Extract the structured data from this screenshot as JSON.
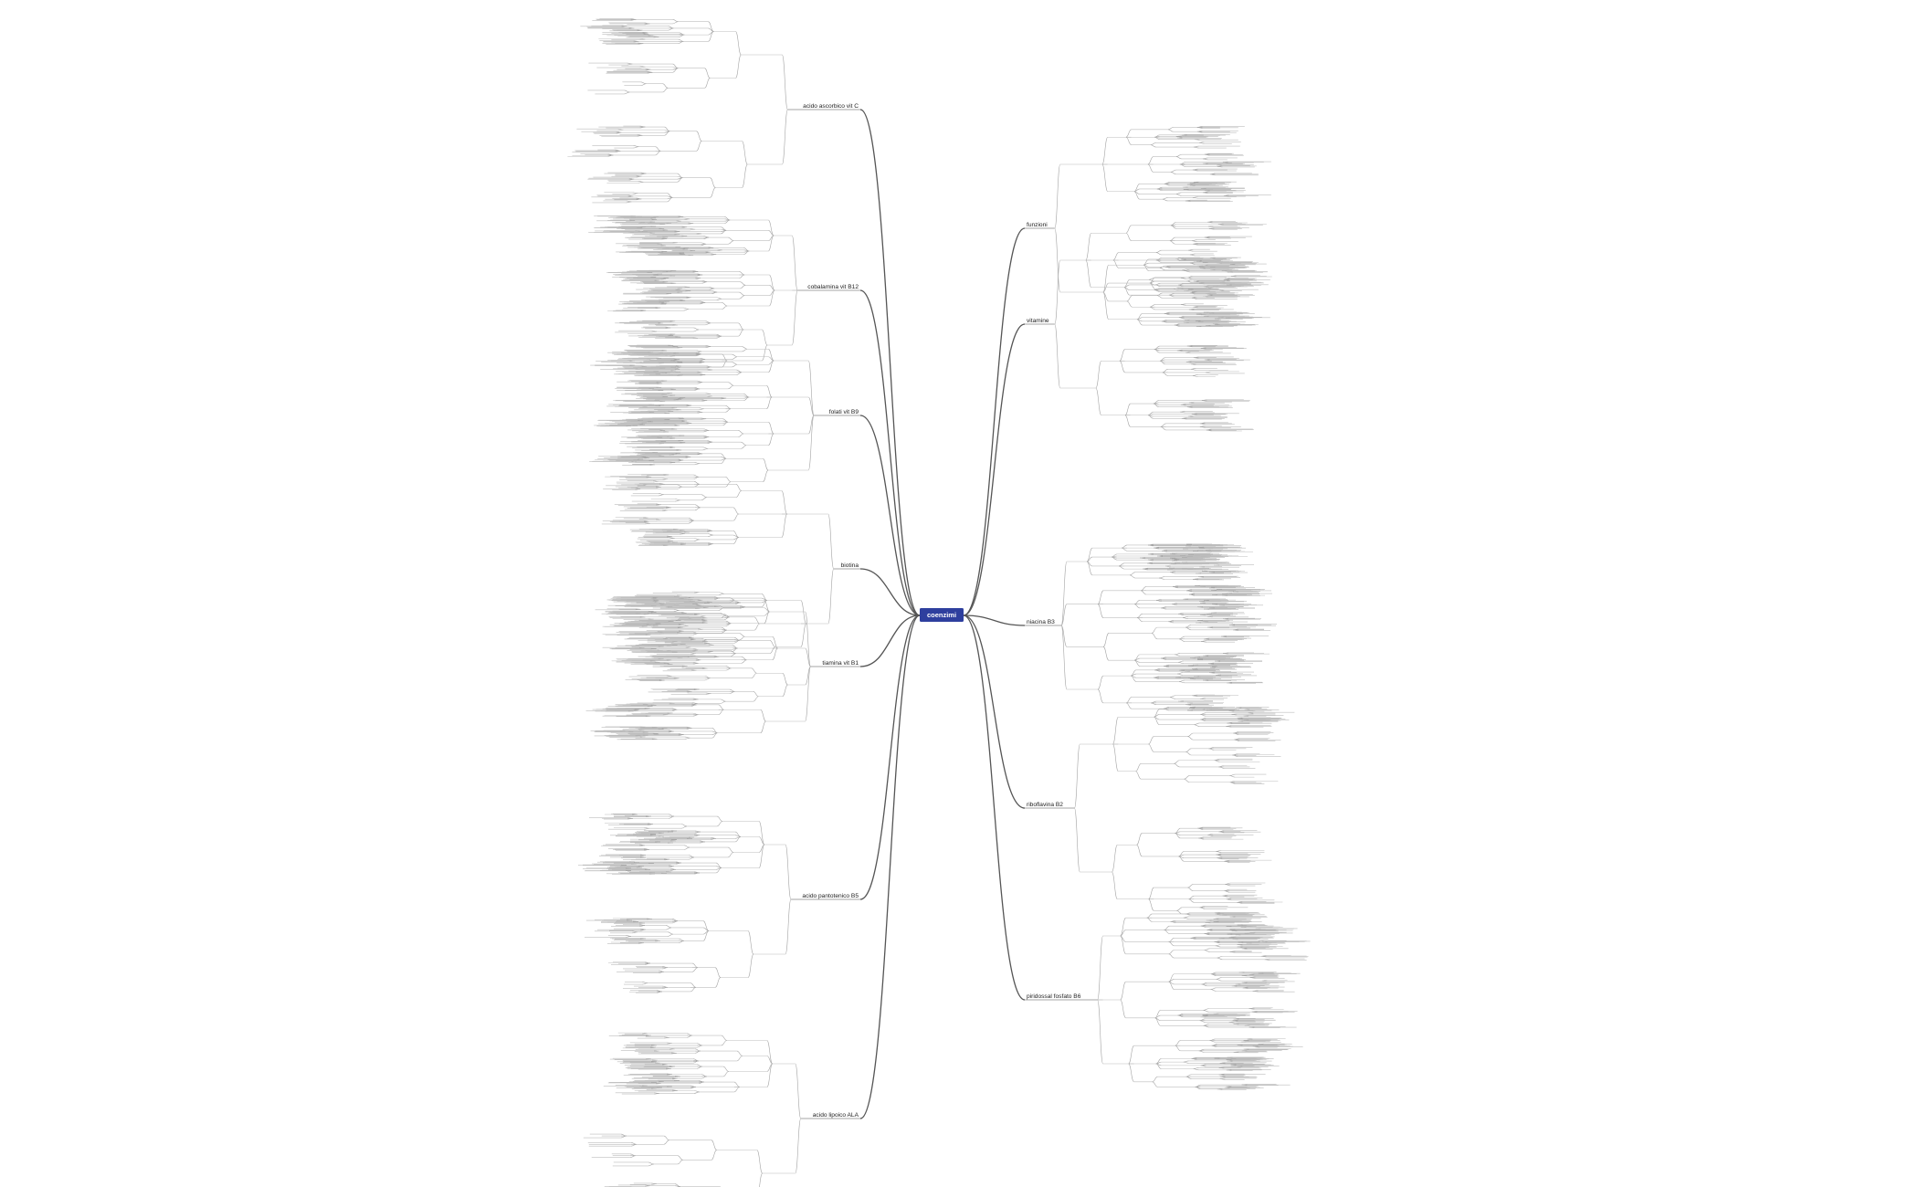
{
  "root": {
    "label": "coenzimi",
    "color": "#2e3f9e"
  },
  "branches": {
    "left": [
      {
        "label": "acido ascorbico vit C",
        "nodes": 24
      },
      {
        "label": "cobalamina vit B12",
        "nodes": 18
      },
      {
        "label": "folati vit B9",
        "nodes": 22
      },
      {
        "label": "biotina",
        "nodes": 20
      },
      {
        "label": "tiamina vit B1",
        "nodes": 26
      },
      {
        "label": "acido pantotenico B5",
        "nodes": 20
      },
      {
        "label": "acido lipoico ALA",
        "nodes": 24
      }
    ],
    "right": [
      {
        "label": "funzioni",
        "nodes": 20
      },
      {
        "label": "vitamine",
        "nodes": 30
      },
      {
        "label": "niacina B3",
        "nodes": 34
      },
      {
        "label": "riboflavina B2",
        "nodes": 16
      },
      {
        "label": "piridossal fosfato B6",
        "nodes": 28
      }
    ]
  }
}
